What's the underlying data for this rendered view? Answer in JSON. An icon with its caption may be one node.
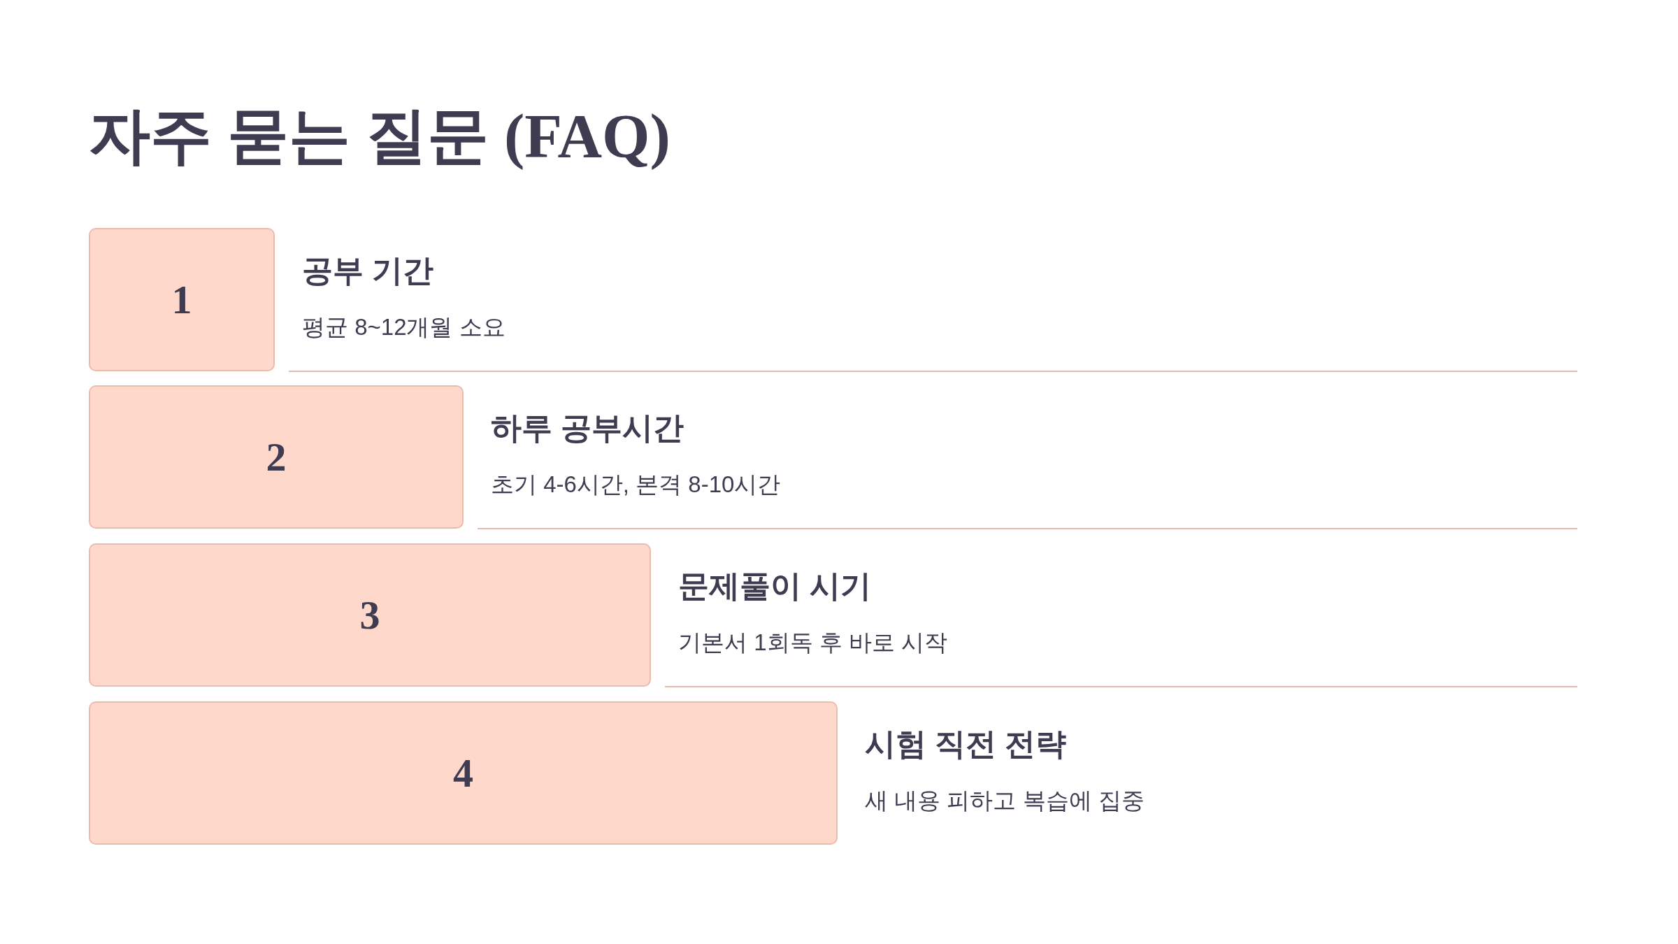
{
  "diagram": {
    "title": "자주 묻는 질문 (FAQ)",
    "nodes": [
      {
        "text": [
          "1"
        ],
        "beside": [
          "공부 기간",
          "평균 8~12개월 소요"
        ]
      },
      {
        "text": [
          "2"
        ],
        "beside": [
          "하루 공부시간",
          "초기 4-6시간, 본격 8-10시간"
        ]
      },
      {
        "text": [
          "3"
        ],
        "beside": [
          "문제풀이 시기",
          "기본서 1회독 후 바로 시작"
        ]
      },
      {
        "text": [
          "4"
        ],
        "beside": [
          "시험 직전 전략",
          "새 내용 피하고 복습에 집중"
        ]
      }
    ]
  }
}
